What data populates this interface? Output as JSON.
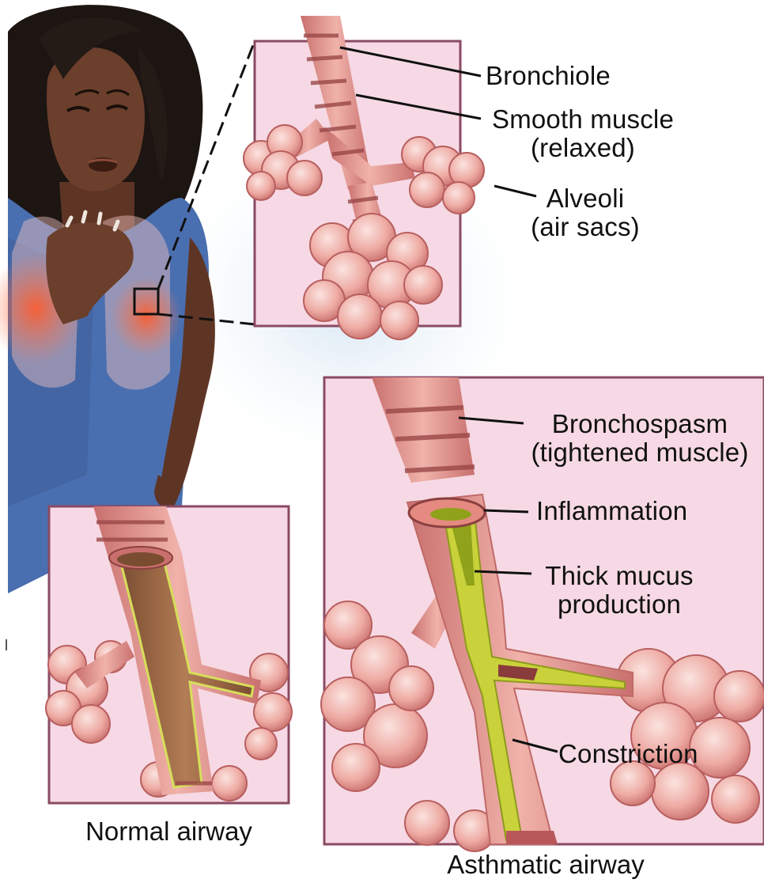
{
  "labels": {
    "bronchiole": "Bronchiole",
    "smooth_muscle_line1": "Smooth muscle",
    "smooth_muscle_line2": "(relaxed)",
    "alveoli_line1": "Alveoli",
    "alveoli_line2": "(air sacs)",
    "bronchospasm_line1": "Bronchospasm",
    "bronchospasm_line2": "(tightened muscle)",
    "inflammation": "Inflammation",
    "thick_mucus_line1": "Thick mucus",
    "thick_mucus_line2": "production",
    "constriction": "Constriction"
  },
  "captions": {
    "normal": "Normal airway",
    "asthmatic": "Asthmatic airway"
  },
  "colors": {
    "panel_bg": "#f6d9e4",
    "panel_border": "#8b4a63",
    "tissue": "#e8a39a",
    "tissue_dark": "#b8585a",
    "mucus": "#b7c52a",
    "lumen_normal": "#9c6a46",
    "shirt": "#4a6fb0",
    "skin": "#6b3f2c",
    "hair": "#1c1512"
  }
}
